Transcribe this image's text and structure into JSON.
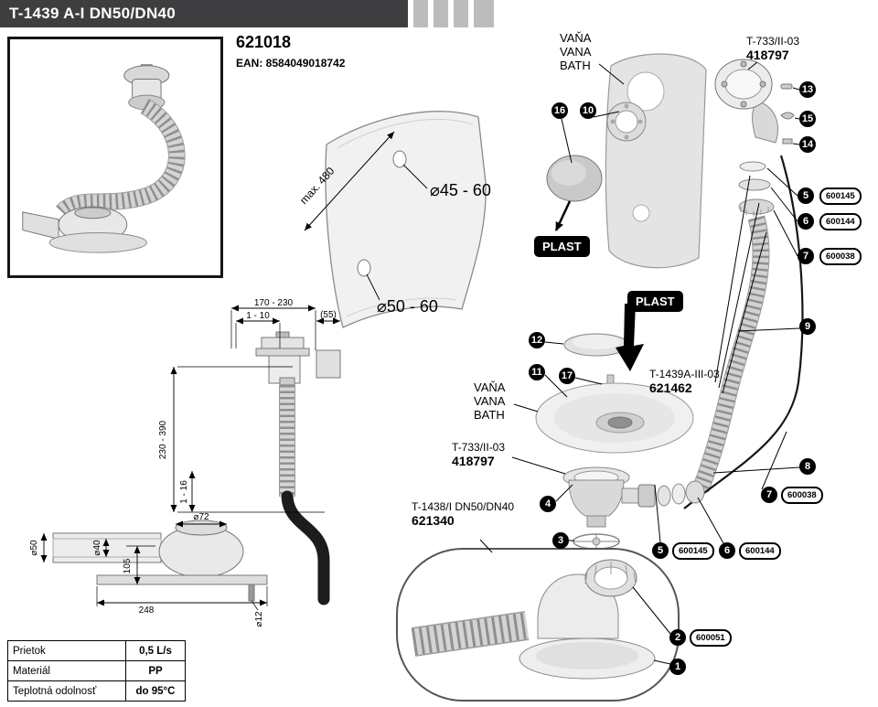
{
  "header": {
    "title": "T-1439 A-I DN50/DN40"
  },
  "product": {
    "code": "621018",
    "ean": "EAN: 8584049018742"
  },
  "panel": {
    "max_depth": "max. 480",
    "hole_top": "⌀45 - 60",
    "hole_bottom": "⌀50 - 60"
  },
  "labels": {
    "bath": {
      "line1": "VAŇA",
      "line2": "VANA",
      "line3": "BATH"
    },
    "plast": "PLAST",
    "t733": {
      "model": "T-733/II-03",
      "code": "418797"
    },
    "t1439a": {
      "model": "T-1439A-III-03",
      "code": "621462"
    },
    "t1438": {
      "model": "T-1438/I DN50/DN40",
      "code": "621340"
    }
  },
  "callouts": {
    "n1": "1",
    "n2": "2",
    "n3": "3",
    "n4": "4",
    "n5": "5",
    "n6": "6",
    "n7": "7",
    "n8": "8",
    "n9": "9",
    "n10": "10",
    "n11": "11",
    "n12": "12",
    "n13": "13",
    "n14": "14",
    "n15": "15",
    "n16": "16",
    "n17": "17"
  },
  "part_codes": {
    "c600145": "600145",
    "c600144": "600144",
    "c600038": "600038",
    "c600051": "600051"
  },
  "dimensions": {
    "span": "170 - 230",
    "flange": "1 - 10",
    "side": "(55)",
    "height": "230 - 390",
    "lip": "1 - 16",
    "d72": "⌀72",
    "d40": "⌀40",
    "d50": "⌀50",
    "h105": "105",
    "base": "248",
    "d12": "⌀12"
  },
  "table": {
    "rows": [
      {
        "label": "Prietok",
        "value": "0,5 L/s"
      },
      {
        "label": "Materiál",
        "value": "PP"
      },
      {
        "label": "Teplotná odolnosť",
        "value": "do 95°C"
      }
    ]
  }
}
